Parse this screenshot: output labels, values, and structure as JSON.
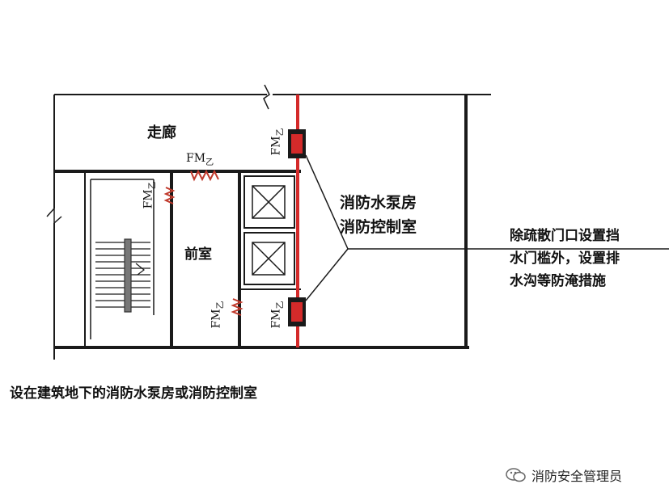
{
  "labels": {
    "corridor": "走廊",
    "antechamber": "前室",
    "pump_room_line1": "消防水泵房",
    "pump_room_line2": "消防控制室",
    "fm": "FM",
    "fm_sub": "乙"
  },
  "note": {
    "line1": "除疏散门口设置挡",
    "line2": "水门槛外，设置排",
    "line3": "水沟等防淹措施"
  },
  "caption": "设在建筑地下的消防水泵房或消防控制室",
  "watermark": {
    "text": "消防安全管理员",
    "icon": "wechat-icon"
  },
  "colors": {
    "wall": "#1a1a1a",
    "threshold": "#d42a2a",
    "door": "#c0392b"
  }
}
